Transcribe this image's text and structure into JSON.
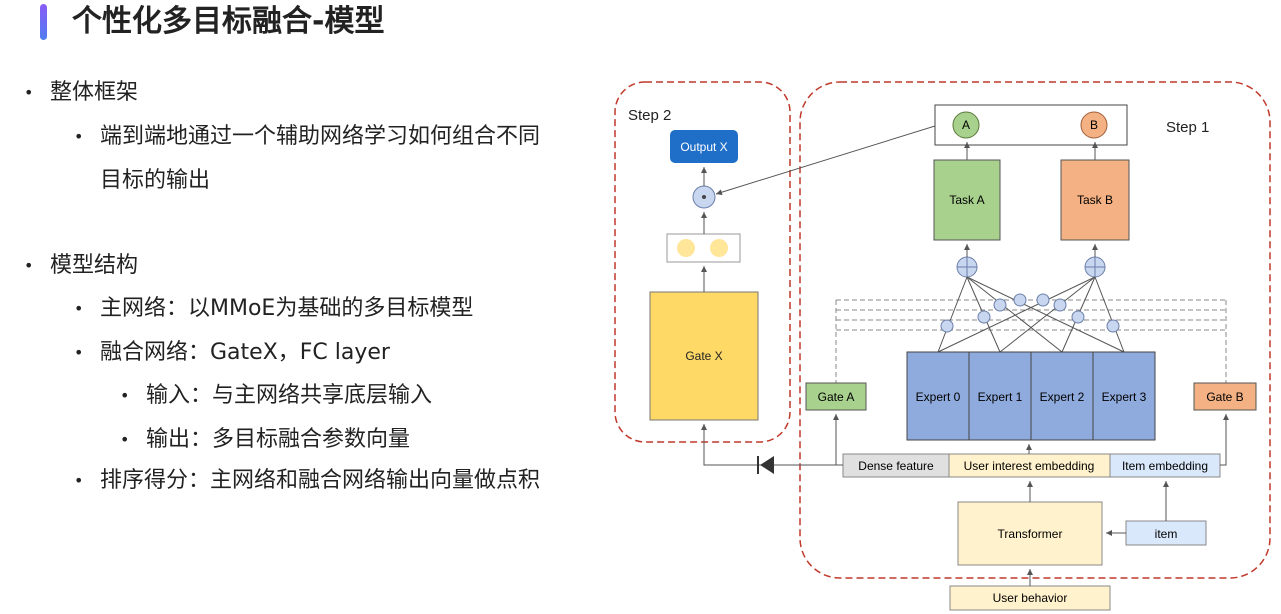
{
  "title": "个性化多目标融合-模型",
  "bullets": {
    "framework": "整体框架",
    "framework_desc_1": "端到端地通过一个辅助网络学习如何组合不同",
    "framework_desc_2": "目标的输出",
    "structure": "模型结构",
    "main_net": "主网络：以MMoE为基础的多目标模型",
    "fusion_net": "融合网络：GateX，FC layer",
    "input": "输入：与主网络共享底层输入",
    "output": "输出：多目标融合参数向量",
    "ranking": "排序得分：主网络和融合网络输出向量做点积"
  },
  "diagram": {
    "step2": "Step 2",
    "step1": "Step 1",
    "output_x": "Output X",
    "gate_x": "Gate X",
    "task_a": "Task A",
    "task_b": "Task B",
    "a": "A",
    "b": "B",
    "experts": [
      "Expert 0",
      "Expert 1",
      "Expert 2",
      "Expert 3"
    ],
    "gate_a": "Gate A",
    "gate_b": "Gate B",
    "dense_feature": "Dense feature",
    "user_interest": "User interest embedding",
    "item_embedding": "Item embedding",
    "transformer": "Transformer",
    "item": "item",
    "user_behavior": "User behavior",
    "colors": {
      "output_blue": "#1f6fc9",
      "gate_yellow": "#ffd966",
      "task_green": "#a9d18e",
      "task_orange": "#f4b183",
      "expert_blue": "#8faadc",
      "light_yellow": "#fff2cc",
      "light_blue": "#dae8fc",
      "gray": "#e0e0e0",
      "dash_red": "#c0392b"
    }
  }
}
